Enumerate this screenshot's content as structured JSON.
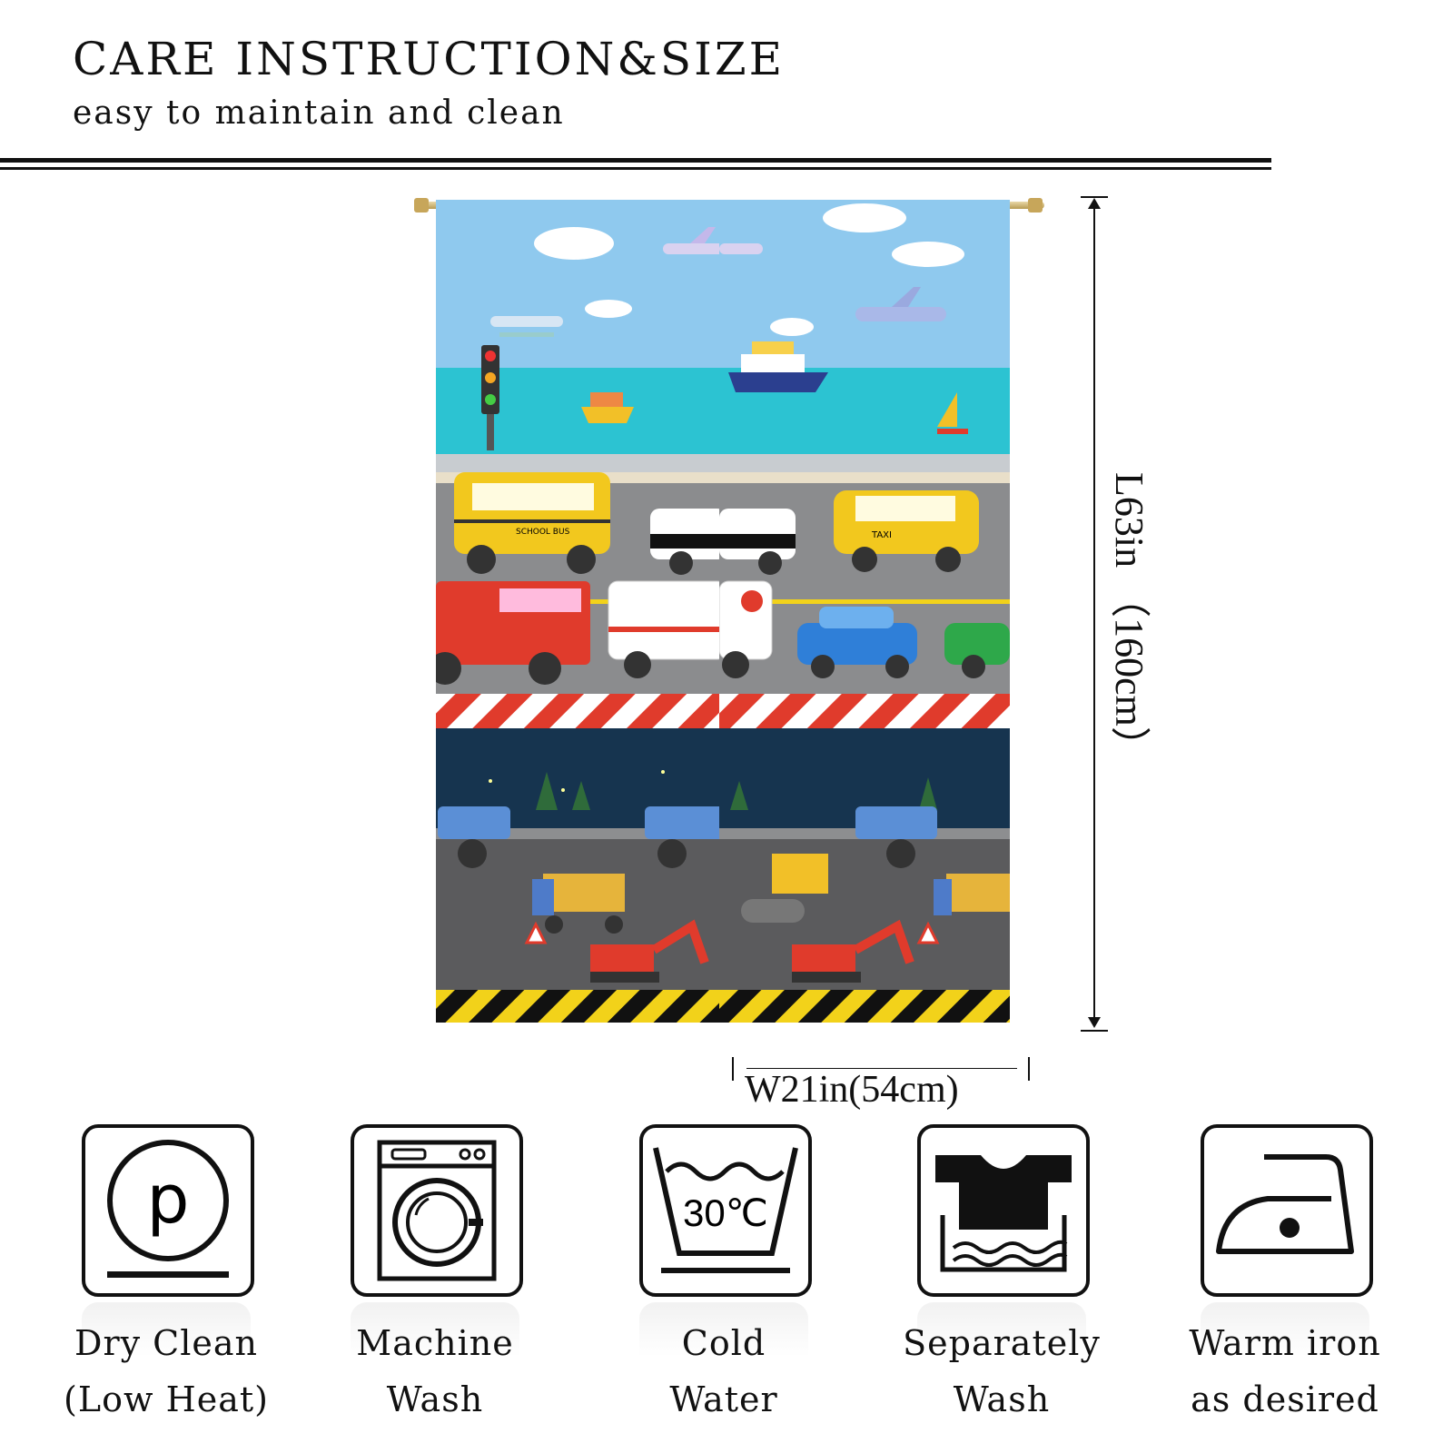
{
  "header": {
    "title": "CARE INSTRUCTION&SIZE",
    "subtitle": "easy to maintain and clean"
  },
  "dimensions": {
    "length_label": "L63in （160cm）",
    "width_label": "W21in(54cm)"
  },
  "care": [
    {
      "icon": "dry-clean-p-icon",
      "line1": "Dry Clean",
      "line2": "(Low Heat)"
    },
    {
      "icon": "washing-machine-icon",
      "line1": "Machine",
      "line2": "Wash"
    },
    {
      "icon": "wash-tub-icon",
      "temp": "30℃",
      "line1": "Cold",
      "line2": "Water"
    },
    {
      "icon": "separate-wash-shirt-icon",
      "line1": "Separately",
      "line2": "Wash"
    },
    {
      "icon": "iron-icon",
      "line1": "Warm iron",
      "line2": "as desired"
    }
  ],
  "product_image": {
    "bus_text": "SCHOOL BUS",
    "taxi_text": "TAXI",
    "colors": {
      "sky": "#8fc9ee",
      "sea": "#2cc3d2",
      "road": "#8b8c8e",
      "night": "#16344f",
      "construction_road": "#5b5b5d",
      "hazard_red": "#e03b2c",
      "hazard_yellow": "#f2d21a"
    }
  }
}
